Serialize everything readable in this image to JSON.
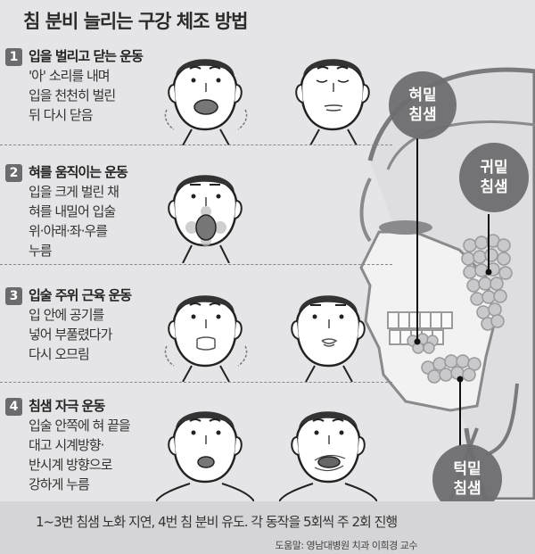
{
  "title": "침 분비 늘리는 구강 체조 방법",
  "sections": [
    {
      "number": "1",
      "title": "입을 벌리고 닫는 운동",
      "description": "'아' 소리를 내며\n입을 천천히 벌린\n뒤 다시 닫음"
    },
    {
      "number": "2",
      "title": "혀를 움직이는 운동",
      "description": "입을 크게 벌린 채\n혀를 내밀어 입술\n위·아래·좌·우를\n누름"
    },
    {
      "number": "3",
      "title": "입술 주위 근육 운동",
      "description": "입 안에 공기를\n넣어 부풀렸다가\n다시 오므림"
    },
    {
      "number": "4",
      "title": "침샘 자극 운동",
      "description": "입술 안쪽에 혀 끝을\n대고 시계방향·\n반시계 방향으로\n강하게 누름"
    }
  ],
  "glands": [
    {
      "name": "혀밑\n침샘"
    },
    {
      "name": "귀밑\n침샘"
    },
    {
      "name": "턱밑\n침샘"
    }
  ],
  "footer": {
    "note": "1~3번 침샘 노화 지연, 4번 침 분비 유도. 각 동작을 5회씩 주 2회 진행",
    "credit": "도움말: 영남대병원 치과 이희경 교수"
  },
  "colors": {
    "background": "#e5e5e7",
    "badge": "#6b6b6d",
    "gland_circle": "#6e6e70",
    "footer_bg": "#d5d5d7"
  }
}
